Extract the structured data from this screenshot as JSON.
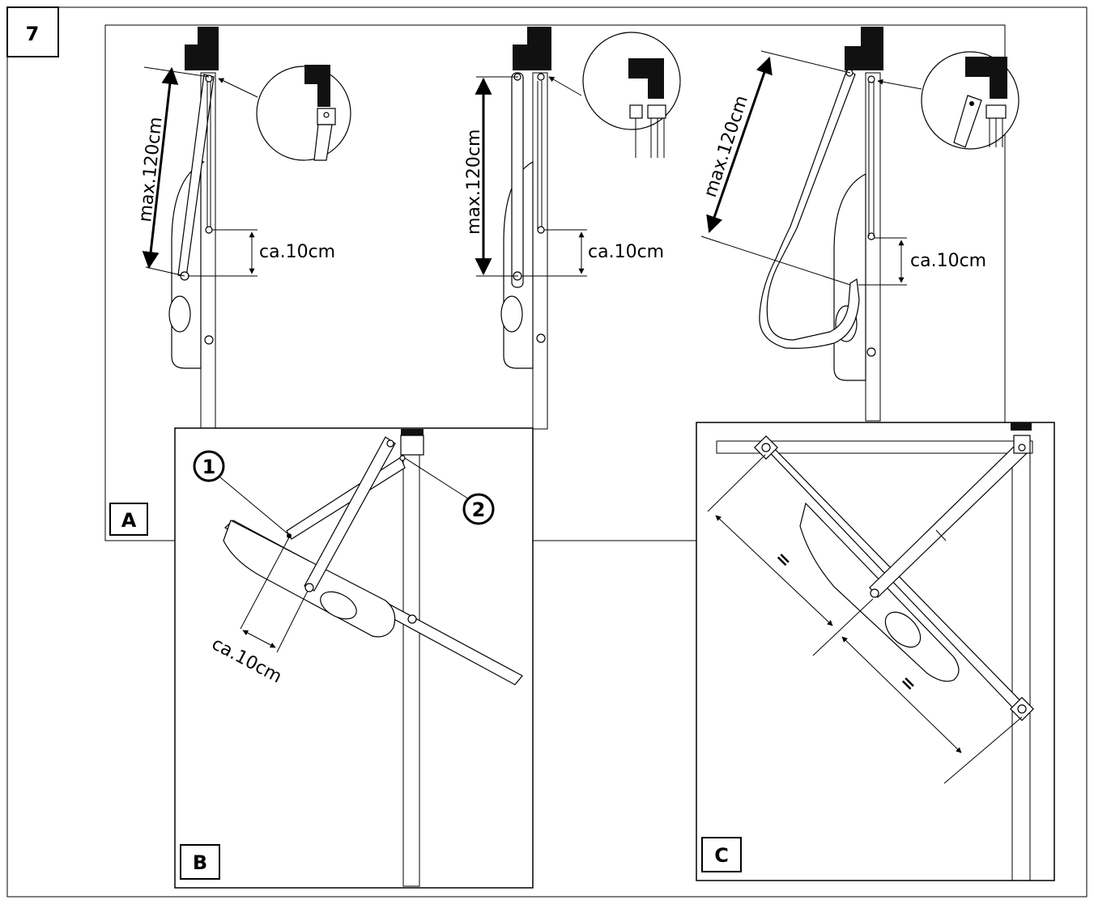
{
  "figure": {
    "number": "7",
    "panels": {
      "a": {
        "tag": "A"
      },
      "b": {
        "tag": "B"
      },
      "c": {
        "tag": "C"
      }
    },
    "dimension_labels": {
      "max_length": "max.120cm",
      "offset": "ca.10cm",
      "equal": "="
    },
    "callouts": {
      "one": "1",
      "two": "2"
    }
  }
}
